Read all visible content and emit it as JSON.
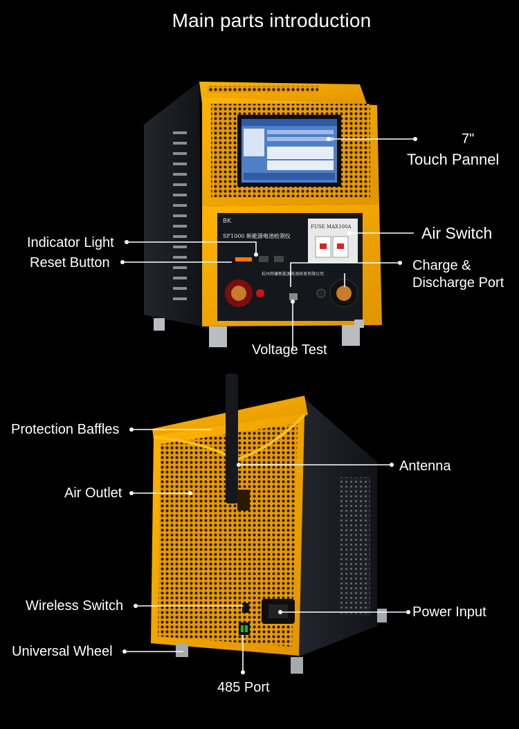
{
  "title": "Main parts introduction",
  "labels": {
    "touch_panel_line1": "7\"",
    "touch_panel_line2": "Touch Pannel",
    "air_switch": "Air Switch",
    "indicator_light": "Indicator Light",
    "reset_button": "Reset Button",
    "charge_port_line1": "Charge &",
    "charge_port_line2": "Discharge Port",
    "voltage_test": "Voltage Test",
    "protection_baffles": "Protection Baffles",
    "antenna": "Antenna",
    "air_outlet": "Air Outlet",
    "wireless_switch": "Wireless Switch",
    "power_input": "Power Input",
    "universal_wheel": "Universal Wheel",
    "port_485": "485 Port"
  },
  "device_text": {
    "brand": "BK",
    "model": "SF1000 新能源电池检测仪",
    "fuse": "FUSE MAX100A",
    "company": "杭州邦康新能源电池研发有限公司"
  },
  "colors": {
    "background": "#000000",
    "housing_yellow": "#f2a500",
    "housing_dark": "#1a1d22",
    "screen_blue": "#4f7fc7",
    "label_white": "#ffffff"
  }
}
